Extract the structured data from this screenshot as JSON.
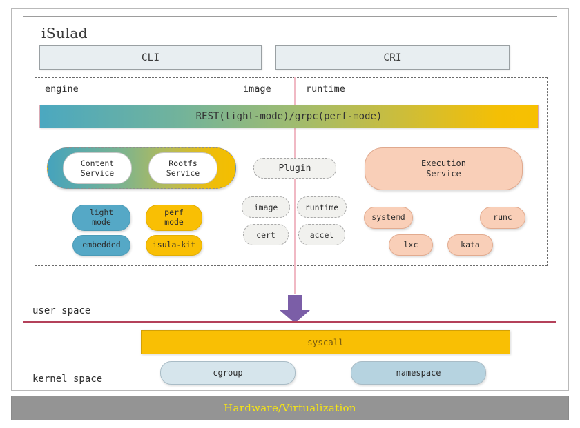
{
  "diagram": {
    "title": "iSulad",
    "hardware_bar": {
      "label": "Hardware/Virtualization",
      "color": "#f5e414",
      "bg": "#949494"
    }
  },
  "api_layer": {
    "cli": "CLI",
    "cri": "CRI"
  },
  "engine_container": {
    "columns": [
      {
        "name": "engine-column",
        "label": "engine"
      },
      {
        "name": "image-column",
        "label": "image"
      },
      {
        "name": "runtime-column",
        "label": "runtime"
      }
    ],
    "rest_bar": {
      "label": "REST(light-mode)/grpc(perf-mode)",
      "gradient_from": "#4ba8c0",
      "gradient_to": "#f7c000"
    },
    "service_capsule": {
      "items": [
        {
          "name": "content-service",
          "label": "Content\nService",
          "line1": "Content",
          "line2": "Service"
        },
        {
          "name": "rootfs-service",
          "label": "Rootfs\nService",
          "line1": "Rootfs",
          "line2": "Service"
        }
      ]
    },
    "mode_pills": [
      {
        "name": "light-mode-pill",
        "line1": "light",
        "line2": "mode",
        "color": "#55a8c6"
      },
      {
        "name": "perf-mode-pill",
        "line1": "perf",
        "line2": "mode",
        "color": "#f9bf04"
      },
      {
        "name": "embedded-pill",
        "line1": "embedded",
        "line2": "",
        "color": "#55a8c6"
      },
      {
        "name": "isula-kit-pill",
        "line1": "isula-kit",
        "line2": "",
        "color": "#f9bf04"
      }
    ],
    "plugin": {
      "label": "Plugin",
      "children": [
        {
          "name": "image-plugin",
          "label": "image"
        },
        {
          "name": "runtime-plugin",
          "label": "runtime"
        },
        {
          "name": "cert-plugin",
          "label": "cert"
        },
        {
          "name": "accel-plugin",
          "label": "accel"
        }
      ]
    },
    "execution": {
      "title_line1": "Execution",
      "title_line2": "Service",
      "color": "#f9cfb8",
      "runtimes": [
        {
          "name": "systemd-pill",
          "label": "systemd"
        },
        {
          "name": "runc-pill",
          "label": "runc"
        },
        {
          "name": "lxc-pill",
          "label": "lxc"
        },
        {
          "name": "kata-pill",
          "label": "kata"
        }
      ]
    }
  },
  "spaces": {
    "user": "user space",
    "kernel": "kernel space"
  },
  "kernel_layer": {
    "syscall": {
      "label": "syscall",
      "color": "#f9bf04"
    },
    "cgroup": {
      "label": "cgroup",
      "color": "#d6e5ec"
    },
    "namespace": {
      "label": "namespace",
      "color": "#b6d3e0"
    }
  },
  "connectors": {
    "arrow": {
      "name": "syscall-down-arrow",
      "color": "#7b5ea7"
    },
    "vertical_divider_color": "#f0b9c4",
    "horizontal_divider_color": "#b4415a"
  }
}
